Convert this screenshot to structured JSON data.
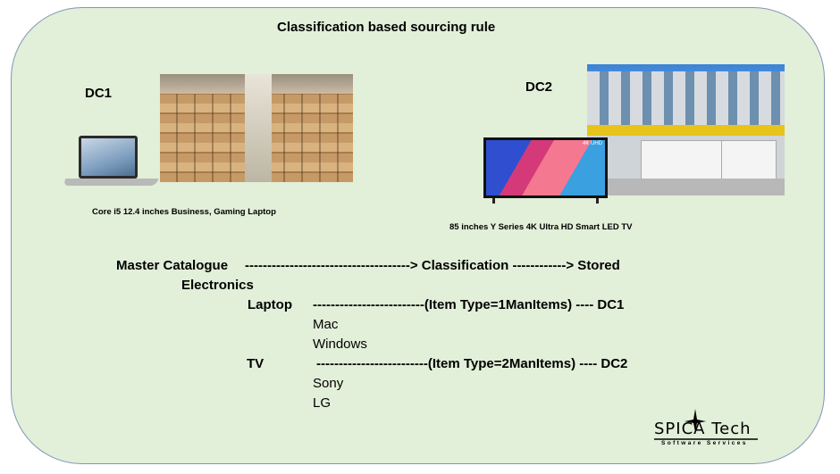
{
  "title": "Classification based sourcing rule",
  "dc1": {
    "label": "DC1",
    "caption": "Core i5 12.4 inches Business, Gaming Laptop"
  },
  "dc2": {
    "label": "DC2",
    "caption": "85 inches Y Series 4K Ultra HD Smart LED TV",
    "tv_badge": "4K UHD"
  },
  "flow": {
    "root": "Master Catalogue",
    "root_arrow": "-------------------------------------> Classification ------------> Stored",
    "category": "Electronics",
    "items": [
      {
        "name": "Laptop",
        "arrow": "-------------------------(Item Type=1ManItems) ---- DC1",
        "children": [
          "Mac",
          "Windows"
        ]
      },
      {
        "name": "TV",
        "arrow": "-------------------------(Item Type=2ManItems) ---- DC2",
        "children": [
          "Sony",
          "LG"
        ]
      }
    ]
  },
  "logo": {
    "name": "SPICA Tech",
    "tagline": "Software Services"
  }
}
